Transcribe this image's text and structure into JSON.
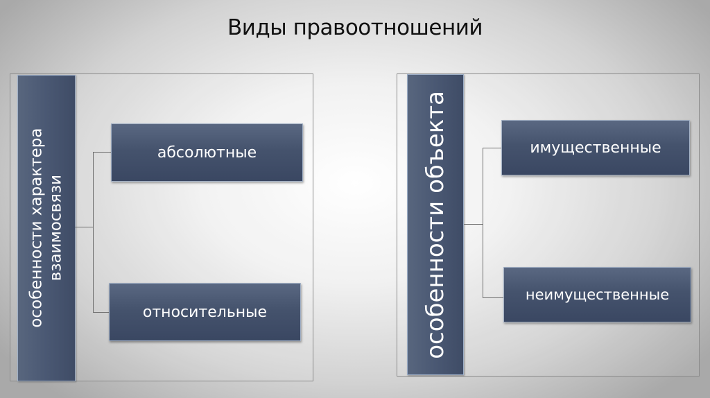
{
  "slide": {
    "title": "Виды правоотношений"
  },
  "diagrams": [
    {
      "header": {
        "line1": "особенности характера",
        "line2": "взаимосвязи"
      },
      "children": [
        {
          "label": "абсолютные"
        },
        {
          "label": "относительные"
        }
      ]
    },
    {
      "header": {
        "line1": "особенности объекта"
      },
      "children": [
        {
          "label": "имущественные"
        },
        {
          "label": "неимущественные"
        }
      ]
    }
  ],
  "colors": {
    "node_fill": "#45536d",
    "node_border": "#a4b2c6",
    "connector": "#6e6e6e",
    "title_text": "#111111",
    "node_text": "#ffffff"
  }
}
